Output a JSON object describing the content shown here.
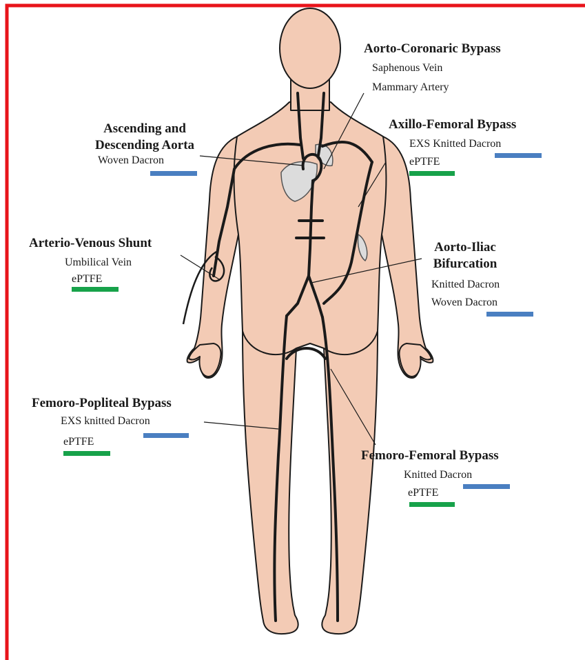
{
  "colors": {
    "border": "#e8141b",
    "skin": "#f3cbb5",
    "outline": "#1a1a1a",
    "dacron_mark": "#4a7fc1",
    "eptfe_mark": "#17a24a"
  },
  "labels": {
    "aorto_coronaric": {
      "title": "Aorto-Coronaric Bypass",
      "line1": "Saphenous Vein",
      "line2": "Mammary Artery"
    },
    "ascending": {
      "title1": "Ascending and",
      "title2": "Descending Aorta",
      "line1": "Woven  Dacron"
    },
    "axillo": {
      "title": "Axillo-Femoral Bypass",
      "line1": "EXS Knitted Dacron",
      "line2": "ePTFE"
    },
    "av_shunt": {
      "title": "Arterio-Venous Shunt",
      "line1": "Umbilical Vein",
      "line2": "ePTFE"
    },
    "aorto_iliac": {
      "title1": "Aorto-Iliac",
      "title2": "Bifurcation",
      "line1": "Knitted Dacron",
      "line2": "Woven  Dacron"
    },
    "femoro_popliteal": {
      "title": "Femoro-Popliteal Bypass",
      "line1": "EXS knitted Dacron",
      "line2": "ePTFE"
    },
    "femoro_femoral": {
      "title": "Femoro-Femoral Bypass",
      "line1": "Knitted Dacron",
      "line2": "ePTFE"
    }
  },
  "markers": {
    "dacron": "Dacron",
    "eptfe": "ePTFE"
  }
}
